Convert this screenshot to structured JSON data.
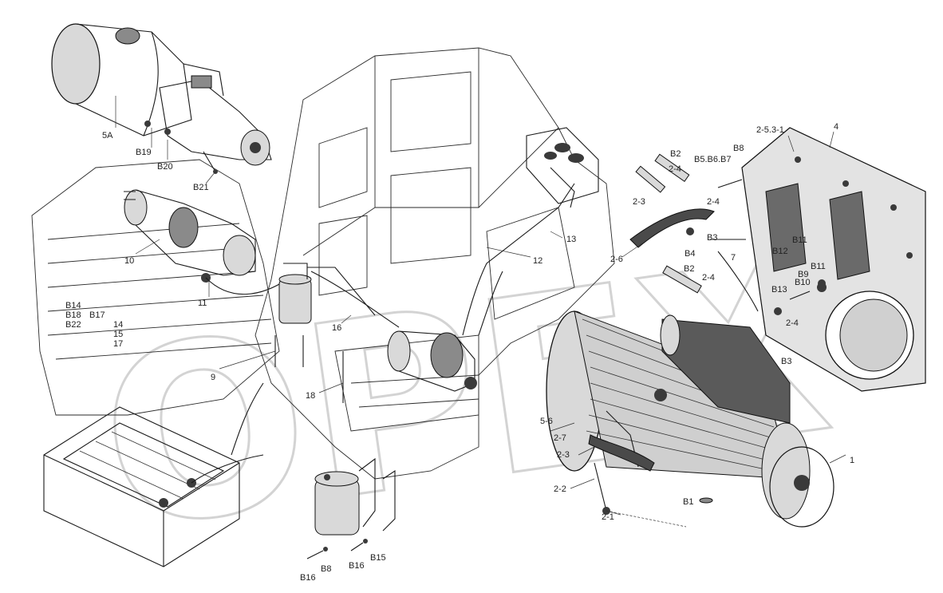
{
  "diagram": {
    "watermark": "OPEX",
    "callouts": [
      {
        "id": "c-5a",
        "text": "5A"
      },
      {
        "id": "c-b19",
        "text": "B19"
      },
      {
        "id": "c-b20",
        "text": "B20"
      },
      {
        "id": "c-b21",
        "text": "B21"
      },
      {
        "id": "c-10",
        "text": "10"
      },
      {
        "id": "c-11",
        "text": "11"
      },
      {
        "id": "c-b14",
        "text": "B14"
      },
      {
        "id": "c-b18",
        "text": "B18"
      },
      {
        "id": "c-b22",
        "text": "B22"
      },
      {
        "id": "c-b17",
        "text": "B17"
      },
      {
        "id": "c-14",
        "text": "14"
      },
      {
        "id": "c-15",
        "text": "15"
      },
      {
        "id": "c-17",
        "text": "17"
      },
      {
        "id": "c-9",
        "text": "9"
      },
      {
        "id": "c-16",
        "text": "16"
      },
      {
        "id": "c-18",
        "text": "18"
      },
      {
        "id": "c-12",
        "text": "12"
      },
      {
        "id": "c-13",
        "text": "13"
      },
      {
        "id": "c-b16a",
        "text": "B16"
      },
      {
        "id": "c-b8a",
        "text": "B8"
      },
      {
        "id": "c-b16b",
        "text": "B16"
      },
      {
        "id": "c-b15",
        "text": "B15"
      },
      {
        "id": "c-2531",
        "text": "2-5.3-1"
      },
      {
        "id": "c-4",
        "text": "4"
      },
      {
        "id": "c-b8b",
        "text": "B8"
      },
      {
        "id": "c-b2a",
        "text": "B2"
      },
      {
        "id": "c-b5b6b7",
        "text": "B5.B6.B7"
      },
      {
        "id": "c-24a",
        "text": "2-4"
      },
      {
        "id": "c-23a",
        "text": "2-3"
      },
      {
        "id": "c-24b",
        "text": "2-4"
      },
      {
        "id": "c-b3a",
        "text": "B3"
      },
      {
        "id": "c-b11a",
        "text": "B11"
      },
      {
        "id": "c-26",
        "text": "2-6"
      },
      {
        "id": "c-b4",
        "text": "B4"
      },
      {
        "id": "c-7",
        "text": "7"
      },
      {
        "id": "c-b12",
        "text": "B12"
      },
      {
        "id": "c-b11b",
        "text": "B11"
      },
      {
        "id": "c-b9",
        "text": "B9"
      },
      {
        "id": "c-b10",
        "text": "B10"
      },
      {
        "id": "c-b2b",
        "text": "B2"
      },
      {
        "id": "c-24c",
        "text": "2-4"
      },
      {
        "id": "c-b13",
        "text": "B13"
      },
      {
        "id": "c-24d",
        "text": "2-4"
      },
      {
        "id": "c-b3b",
        "text": "B3"
      },
      {
        "id": "c-56",
        "text": "5-6"
      },
      {
        "id": "c-27",
        "text": "2-7"
      },
      {
        "id": "c-23b",
        "text": "2-3"
      },
      {
        "id": "c-1",
        "text": "1"
      },
      {
        "id": "c-22",
        "text": "2-2"
      },
      {
        "id": "c-b1",
        "text": "B1"
      },
      {
        "id": "c-21",
        "text": "2-1"
      }
    ]
  }
}
